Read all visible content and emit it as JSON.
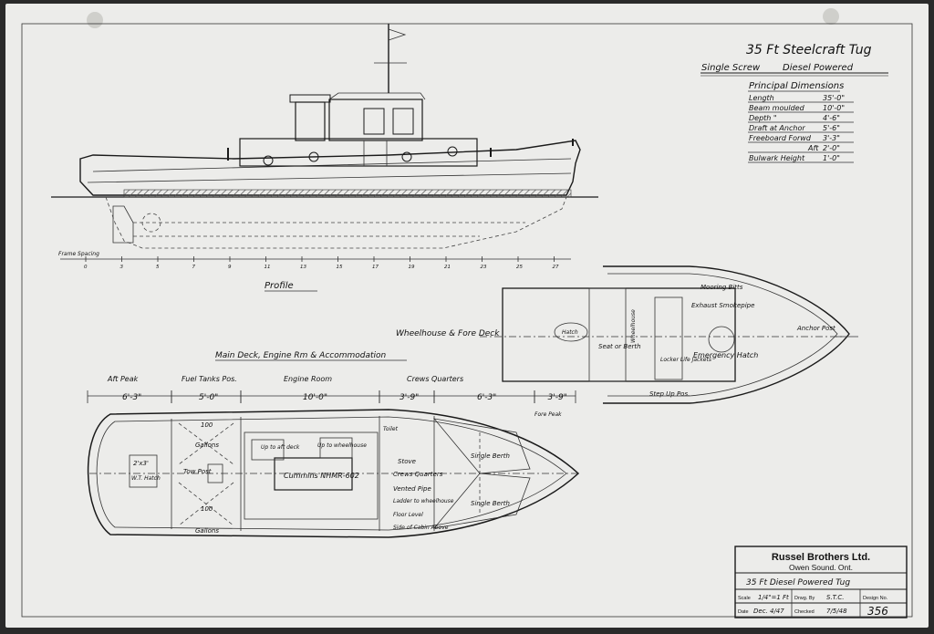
{
  "title": {
    "main": "35 Ft Steelcraft Tug",
    "sub_left": "Single Screw",
    "sub_right": "Diesel Powered"
  },
  "dimensions": {
    "heading": "Principal Dimensions",
    "rows": [
      {
        "label": "Length",
        "value": "35'-0\""
      },
      {
        "label": "Beam moulded",
        "value": "10'-0\""
      },
      {
        "label": "Depth  \"",
        "value": "4'-6\""
      },
      {
        "label": "Draft at Anchor",
        "value": "5'-6\""
      },
      {
        "label": "Freeboard Forwd",
        "value": "3'-3\""
      },
      {
        "label": "Aft",
        "value": "2'-0\""
      },
      {
        "label": "Bulwark Height",
        "value": "1'-0\""
      }
    ]
  },
  "profile": {
    "label": "Profile",
    "frame_label": "Frame Spacing",
    "frame_ticks": [
      "0",
      "3",
      "5",
      "7",
      "9",
      "11",
      "13",
      "15",
      "17",
      "19",
      "21",
      "23",
      "25",
      "27"
    ]
  },
  "wheelhouse": {
    "label": "Wheelhouse & Fore Deck",
    "mooring": "Mooring Bitts",
    "smokepipe": "Exhaust Smokepipe",
    "anchor_post": "Anchor Post",
    "emergency": "Emergency Hatch",
    "seat": "Seat or Berth",
    "locker": "Locker Life Jackets",
    "step_up": "Step Up Pos.",
    "hatch": "Hatch",
    "wheelhouse_word": "Wheelhouse"
  },
  "main_deck": {
    "label": "Main Deck, Engine Rm & Accommodation",
    "sections": [
      "Aft Peak",
      "Fuel Tanks Pos.",
      "Engine Room",
      "Crews Quarters"
    ],
    "measures": [
      "6'-3\"",
      "5'-0\"",
      "10'-0\"",
      "3'-9\"",
      "6'-3\"",
      "3'-9\""
    ],
    "fore_peak": "Fore Peak",
    "tank_top": "100",
    "tank_bottom": "100",
    "gallons": "Gallons",
    "tow_post": "Tow Post",
    "hatch_size": "2'x3'",
    "wt_hatch": "W.T. Hatch",
    "up_aft": "Up to aft deck",
    "up_wheel": "Up to wheelhouse",
    "engine": "Cummins NHMR-602",
    "stove": "Stove",
    "crews": "Crews Quarters",
    "vent": "Vented Pipe",
    "ladder": "Ladder to wheelhouse",
    "floor": "Floor Level",
    "side": "Side of Cabin Above",
    "toilet": "Toilet",
    "single_top": "Single Berth",
    "single_bottom": "Single Berth"
  },
  "title_block": {
    "company": "Russel Brothers Ltd.",
    "city": "Owen Sound. Ont.",
    "drawing_title": "35 Ft Diesel Powered Tug",
    "scale_label": "Scale",
    "scale_value": "1/4\"=1 Ft",
    "drawn_label": "Drwg. By",
    "drawn_value": "S.T.C.",
    "design_label": "Design No.",
    "date_label": "Date",
    "date_value": "Dec. 4/47",
    "checked_label": "Checked",
    "checked_value": "7/5/48",
    "design_no": "356"
  },
  "colors": {
    "paper": "#ececea",
    "ink": "#1a1a1a",
    "hatch": "#555555"
  }
}
